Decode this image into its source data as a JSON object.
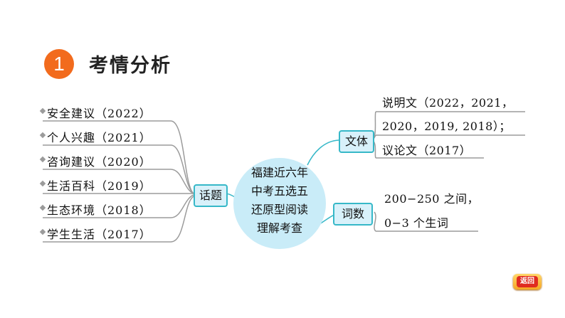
{
  "header": {
    "number": "1",
    "title": "考情分析"
  },
  "center_node": {
    "lines": [
      "福建近六年",
      "中考五选五",
      "还原型阅读",
      "理解考查"
    ]
  },
  "topic_node": {
    "label": "话题"
  },
  "topics": [
    "安全建议（2022）",
    "个人兴趣（2021）",
    "咨询建议（2020）",
    "生活百科（2019）",
    "生态环境（2018）",
    "学生生活（2017）"
  ],
  "genre_node": {
    "label": "文体"
  },
  "genre_lines": [
    "说明文（2022，2021，",
    "2020，2019, 2018）；",
    "议论文（2017）"
  ],
  "vocab_node": {
    "label": "词数"
  },
  "vocab_lines": [
    "200−250 之间，",
    "0−3 个生词"
  ],
  "back_button": {
    "label": "返回"
  },
  "colors": {
    "accent": "#f26b1d",
    "node_border": "#36b8c8",
    "node_fill": "#d8f1fa",
    "center_fill": "#c9ecf8"
  }
}
